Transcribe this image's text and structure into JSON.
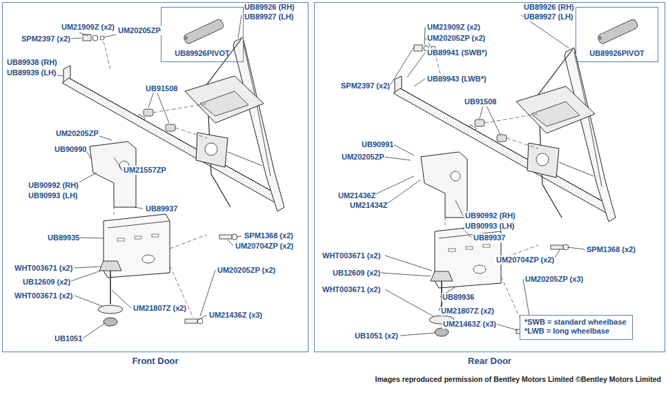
{
  "diagram": {
    "caption": "Images reproduced permission of Bentley Motors Limited ©Bentley Motors Limited",
    "nodes": [
      {
        "text": [
          "Front Door"
        ]
      },
      {
        "text": [
          "UB89926PIVOT"
        ],
        "in": 0
      },
      {
        "text": [
          "Rear Door"
        ]
      },
      {
        "text": [
          "UB89926PIVOT"
        ],
        "in": 2
      },
      {
        "text": [
          "*SWB = standard wheelbase",
          "*LWB = long wheelbase"
        ],
        "in": 2
      }
    ],
    "labels": [
      "UM21909Z (x2)",
      "SPM2397 (x2)",
      "UM20205ZP",
      "UB89926 (RH)",
      "UB89927 (LH)",
      "UB89938 (RH)",
      "UB89939 (LH)",
      "UB91508",
      "UM20205ZP",
      "UB90990",
      "UM21557ZP",
      "UB90992 (RH)",
      "UB90993 (LH)",
      "UB89937",
      "SPM1368 (x2)",
      "UM20704ZP (x2)",
      "UB89935",
      "WHT003671 (x2)",
      "UB12609 (x2)",
      "WHT003671 (x2)",
      "UM20205ZP (x2)",
      "UM21807Z (x2)",
      "UM21436Z (x3)",
      "UB1051",
      "UM21909Z (x2)",
      "UM20205ZP (x2)",
      "UB89926 (RH)",
      "UB89927 (LH)",
      "UB89941 (SWB*)",
      "SPM2397 (x2)",
      "UB89943 (LWB*)",
      "UB91508",
      "UB90991",
      "UM20205ZP",
      "UM21436Z",
      "UM21434Z",
      "UB90992 (RH)",
      "UB90993 (LH)",
      "UB89937",
      "WHT003671 (x2)",
      "UB12609 (x2)",
      "WHT003671 (x2)",
      "UB89936",
      "UM20704ZP (x2)",
      "SPM1368 (x2)",
      "UM20205ZP (x3)",
      "UM21807Z (x2)",
      "UM21463Z (x3)",
      "UB1051 (x2)"
    ]
  }
}
